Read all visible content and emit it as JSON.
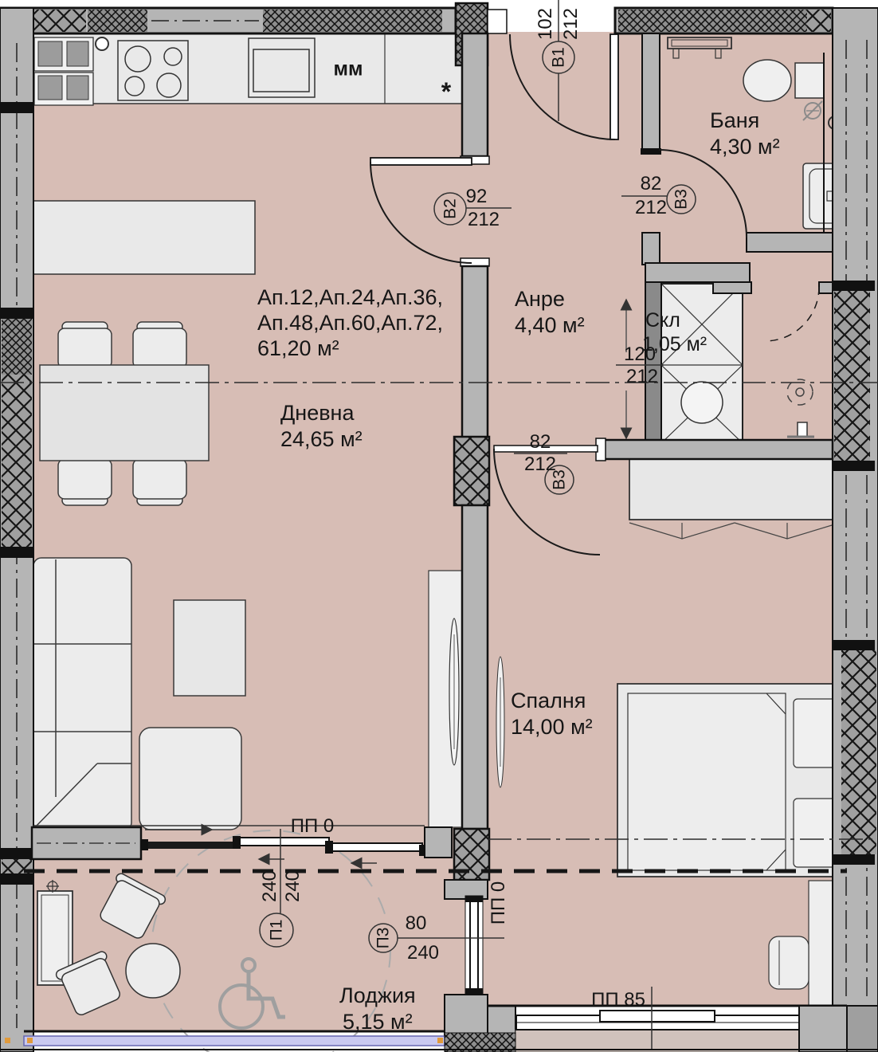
{
  "plan": {
    "apartment": {
      "line1": "Ап.12,Ап.24,Ап.36,",
      "line2": "Ап.48,Ап.60,Ап.72,",
      "area": "61,20 м²"
    },
    "rooms": {
      "living": {
        "name": "Дневна",
        "area": "24,65 м²"
      },
      "entry": {
        "name": "Анре",
        "area": "4,40 м²"
      },
      "bathroom": {
        "name": "Баня",
        "area": "4,30 м²"
      },
      "storage": {
        "name": "Скл",
        "area": "1,05 м²"
      },
      "bedroom": {
        "name": "Спалня",
        "area": "14,00 м²"
      },
      "loggia": {
        "name": "Лоджия",
        "area": "5,15 м²"
      }
    },
    "doors": {
      "b1": {
        "label": "В1",
        "width": "102",
        "height": "212"
      },
      "b2": {
        "label": "В2",
        "width": "92",
        "height": "212"
      },
      "b3_bath": {
        "label": "В3",
        "width": "82",
        "height": "212"
      },
      "b3_hall": {
        "label": "В3",
        "width": "82",
        "height": "212"
      }
    },
    "openings": {
      "storage": {
        "width": "120",
        "height": "212"
      }
    },
    "windows": {
      "p1": {
        "label": "П1",
        "width": "240",
        "height": "240"
      },
      "p3": {
        "label": "П3",
        "width": "80",
        "height": "240"
      },
      "pp0_living": {
        "label": "ПП 0"
      },
      "pp0_loggia": {
        "label": "ПП 0"
      },
      "pp85": {
        "label": "ПП 85"
      }
    },
    "kitchen": {
      "sink_label": "мм",
      "note": "*"
    },
    "icons": {
      "accessibility": "wheelchair"
    }
  },
  "colors": {
    "floor": "#d7bdb5",
    "wall": "#b5b5b5",
    "furniture": "#ececec",
    "glazing": "#c9c9f0",
    "accent_orange": "#e09a3c"
  }
}
